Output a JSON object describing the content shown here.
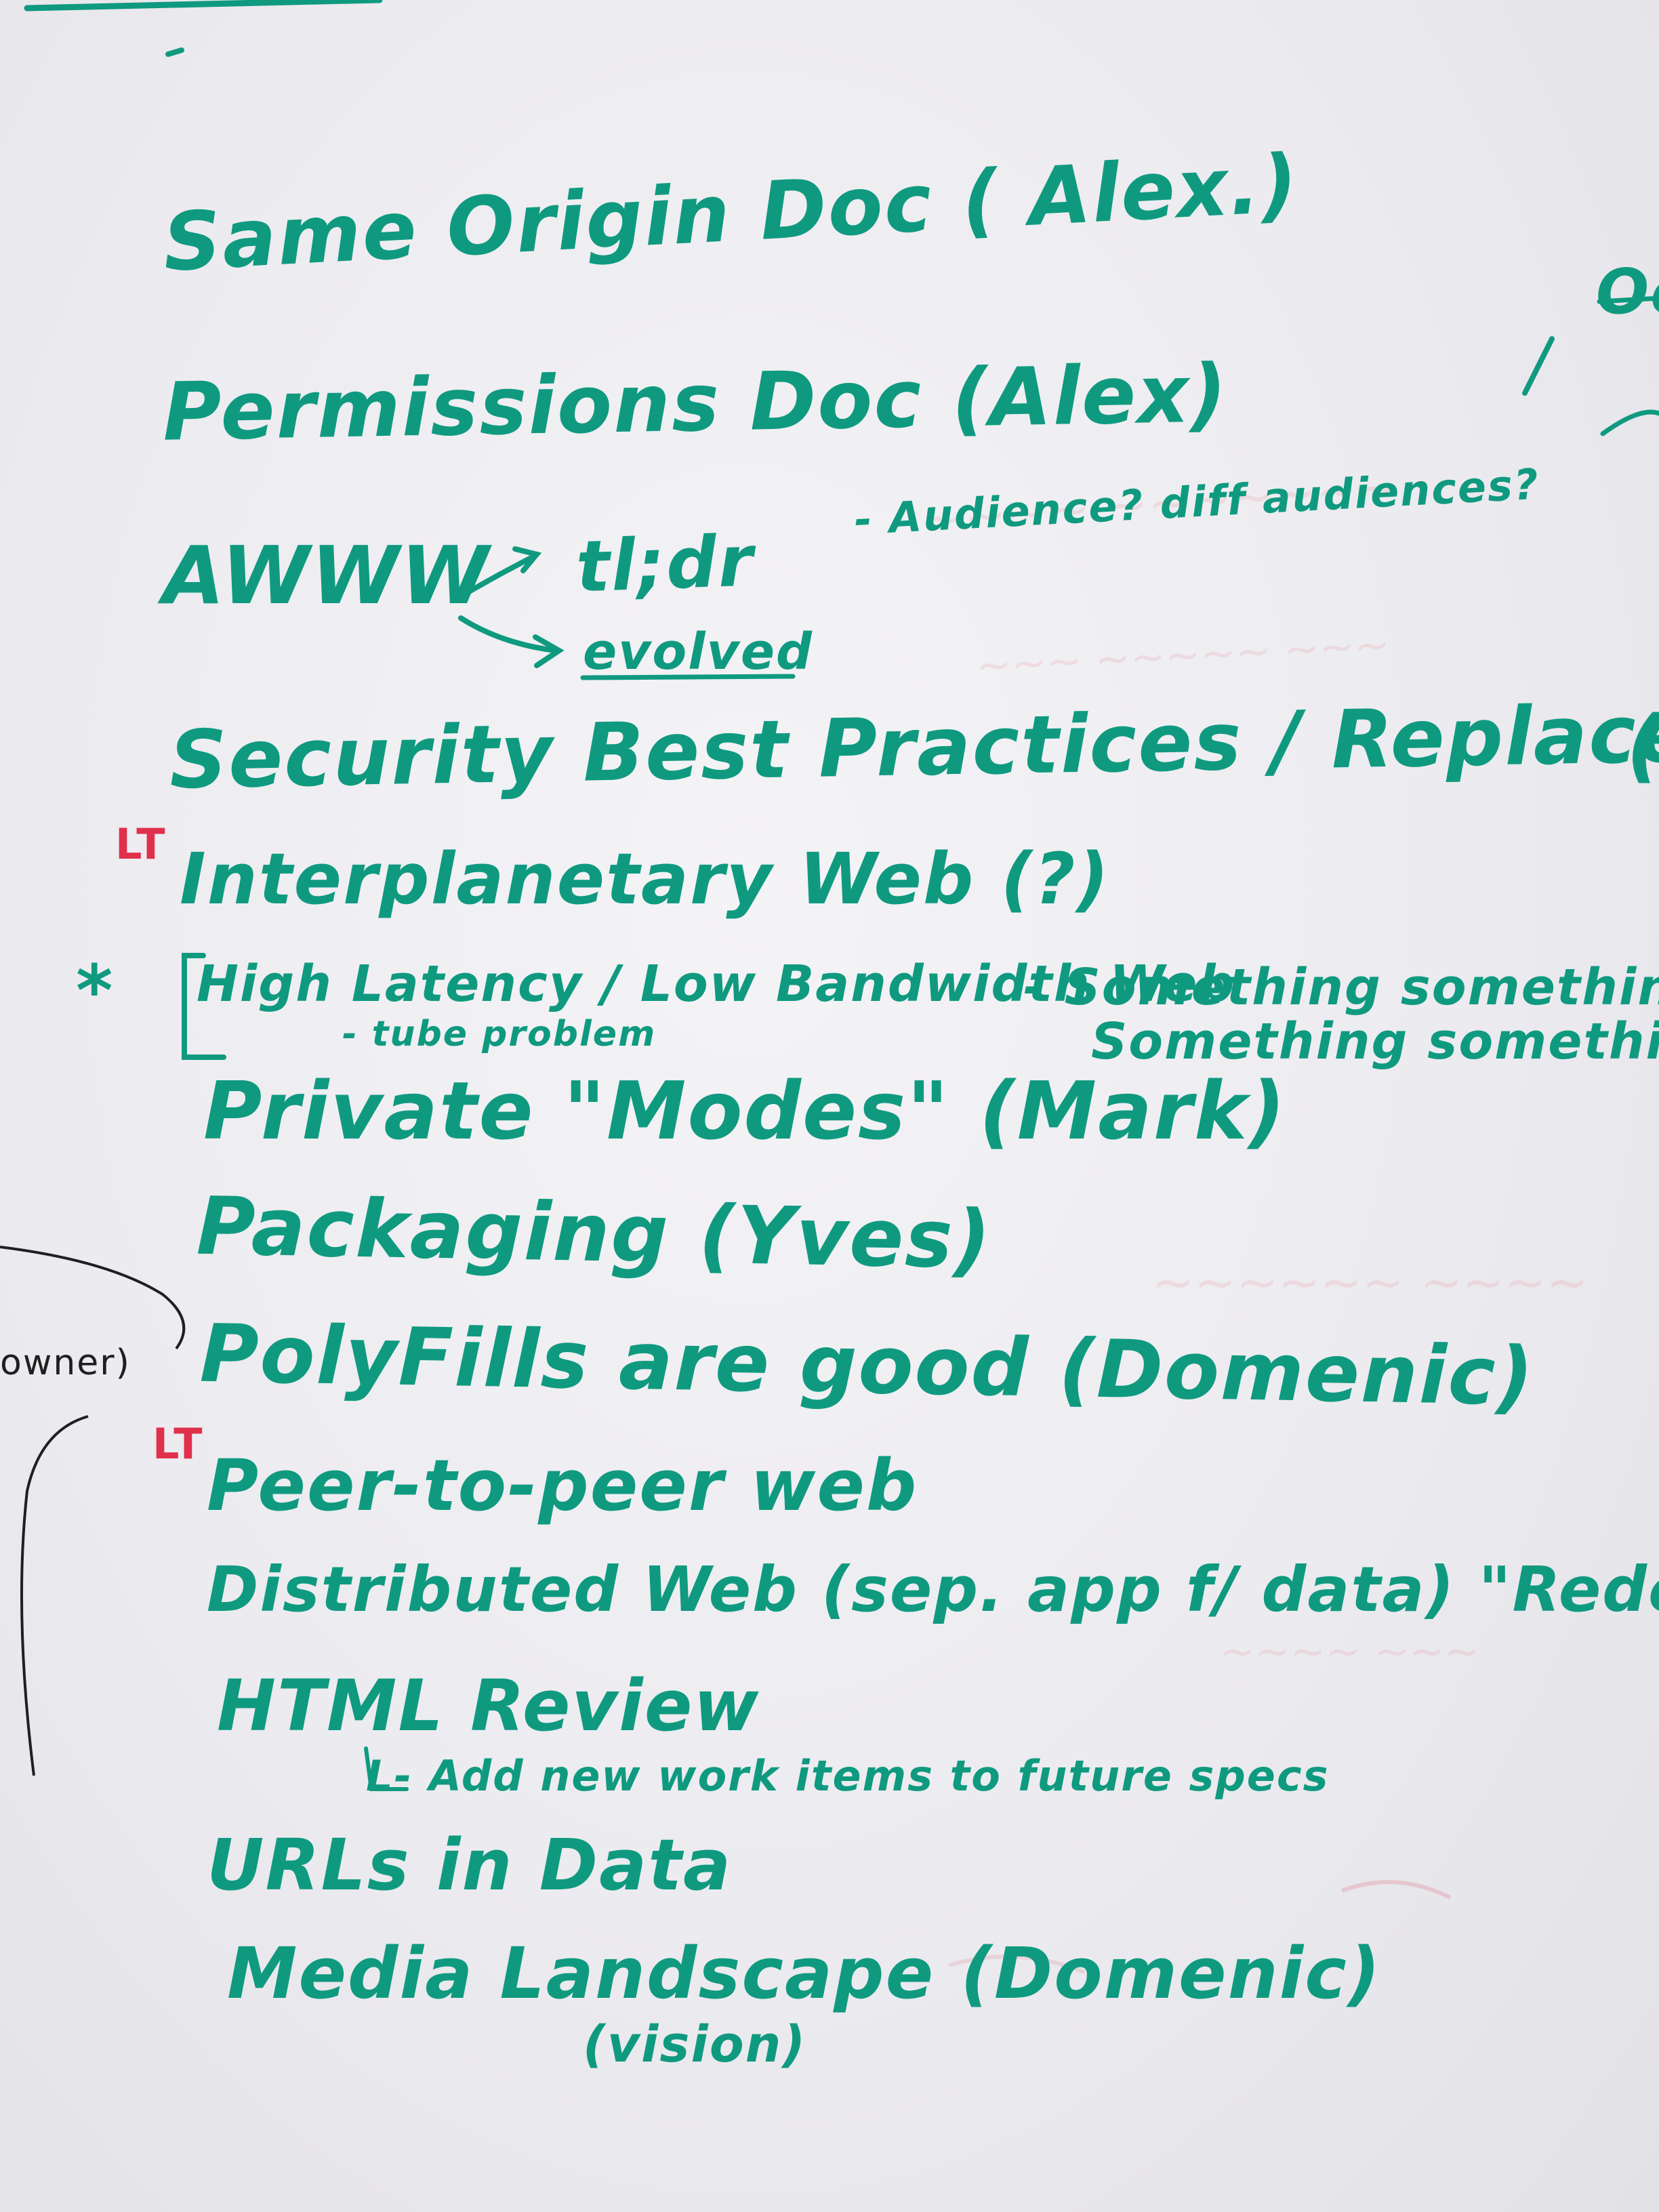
{
  "board": {
    "colors": {
      "green_marker": "#0f9a80",
      "red_marker": "#e0304c",
      "black_marker": "#1f1f1f",
      "board_white": "#eeedf1"
    },
    "items": [
      {
        "text": "Same Origin Doc",
        "person": "( Alex.)"
      },
      {
        "text": "Permissions Doc",
        "person": "(Alex)"
      },
      {
        "text": "AWWW"
      },
      {
        "text": "tl;dr"
      },
      {
        "text": "evolved"
      },
      {
        "text": "- Audience? diff audiences?"
      },
      {
        "text": "Security Best Practices / Replace FAQ"
      },
      {
        "text": "Interplanetary Web",
        "person": "(?)"
      },
      {
        "text": "High Latency / Low Bandwidth Web"
      },
      {
        "text": "- tube problem"
      },
      {
        "text": "- Something something"
      },
      {
        "text": "Something something"
      },
      {
        "text": "Private \"Modes\"",
        "person": "(Mark)"
      },
      {
        "text": "Packaging",
        "person": "(Yves)"
      },
      {
        "text": "PolyFills are good",
        "person": "(Domenic)"
      },
      {
        "text": "Peer-to-peer web"
      },
      {
        "text": "Distributed Web (sep. app f/ data) \"Redecentralize\""
      },
      {
        "text": "HTML Review"
      },
      {
        "text": "L- Add new work items to future specs"
      },
      {
        "text": "URLs in Data"
      },
      {
        "text": "Media Landscape",
        "person": "(Domenic)"
      },
      {
        "text": "(vision)"
      }
    ],
    "marks": {
      "lt_1": "LT",
      "lt_2": "LT",
      "star": "*",
      "edge_text_top": "Oc",
      "edge_paren": "(",
      "left_edge_owner": "owner)"
    }
  }
}
